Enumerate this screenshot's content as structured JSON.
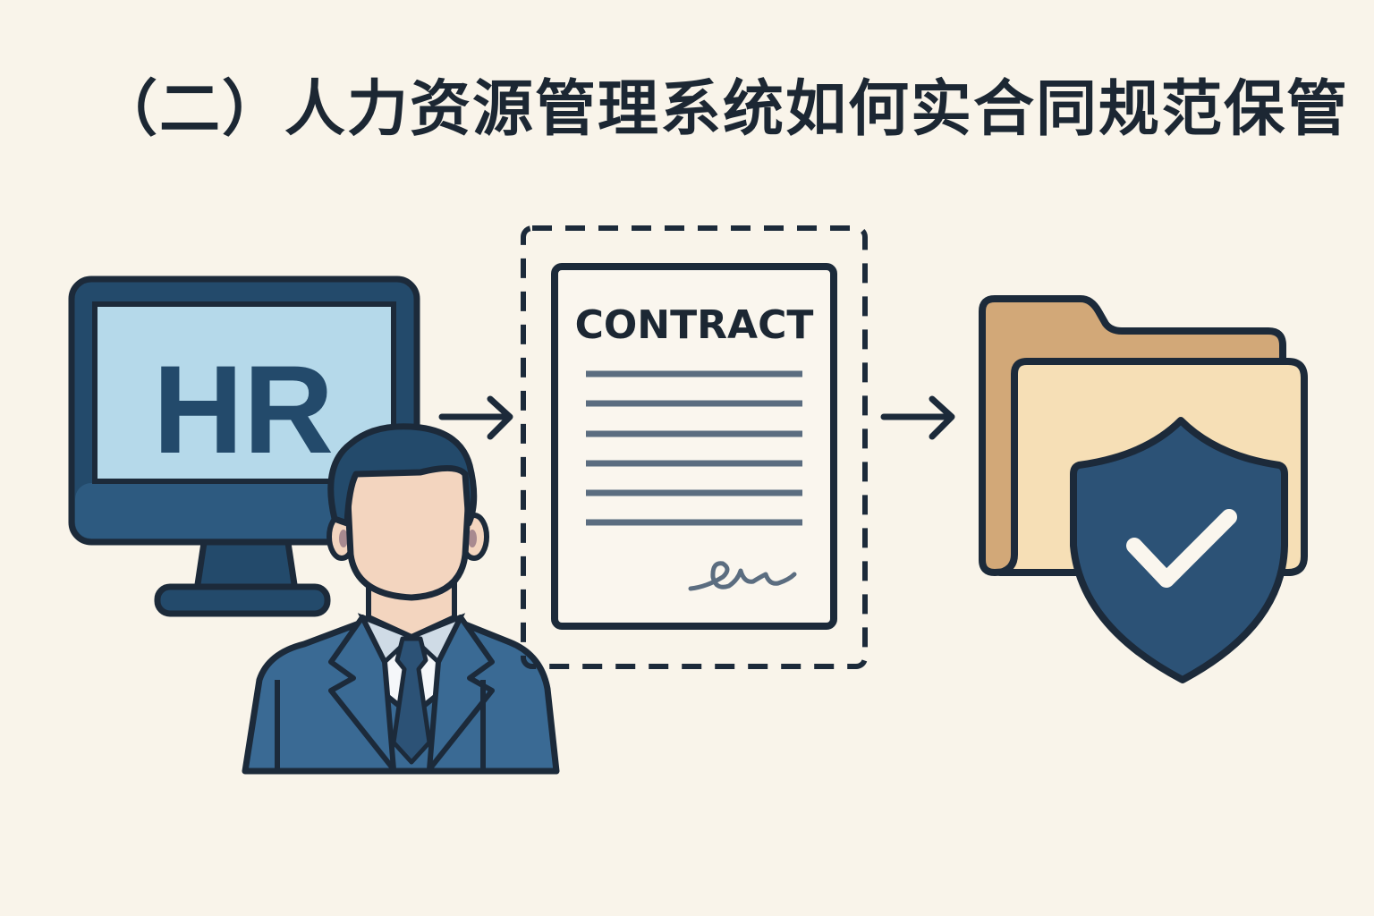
{
  "title": "（二）人力资源管理系统如何实合同规范保管",
  "colors": {
    "background": "#f9f4ea",
    "outline": "#1c2a3a",
    "navy": "#234a6b",
    "suit": "#3a6a94",
    "screen": "#b5d9ea",
    "skin": "#f3d5bf",
    "folder_back": "#d2a878",
    "folder_front": "#f6dfb6",
    "shield": "#2c5276",
    "document_line": "#5b6d80"
  },
  "diagram": {
    "steps": [
      {
        "id": "hr-system",
        "label": "HR",
        "icon": "computer-monitor-with-hr-user"
      },
      {
        "id": "contract",
        "label": "CONTRACT",
        "icon": "signed-contract-document",
        "lines": 6
      },
      {
        "id": "secure-storage",
        "label": "",
        "icon": "folder-with-shield-checkmark"
      }
    ],
    "arrows": [
      {
        "from": "hr-system",
        "to": "contract"
      },
      {
        "from": "contract",
        "to": "secure-storage"
      }
    ]
  }
}
